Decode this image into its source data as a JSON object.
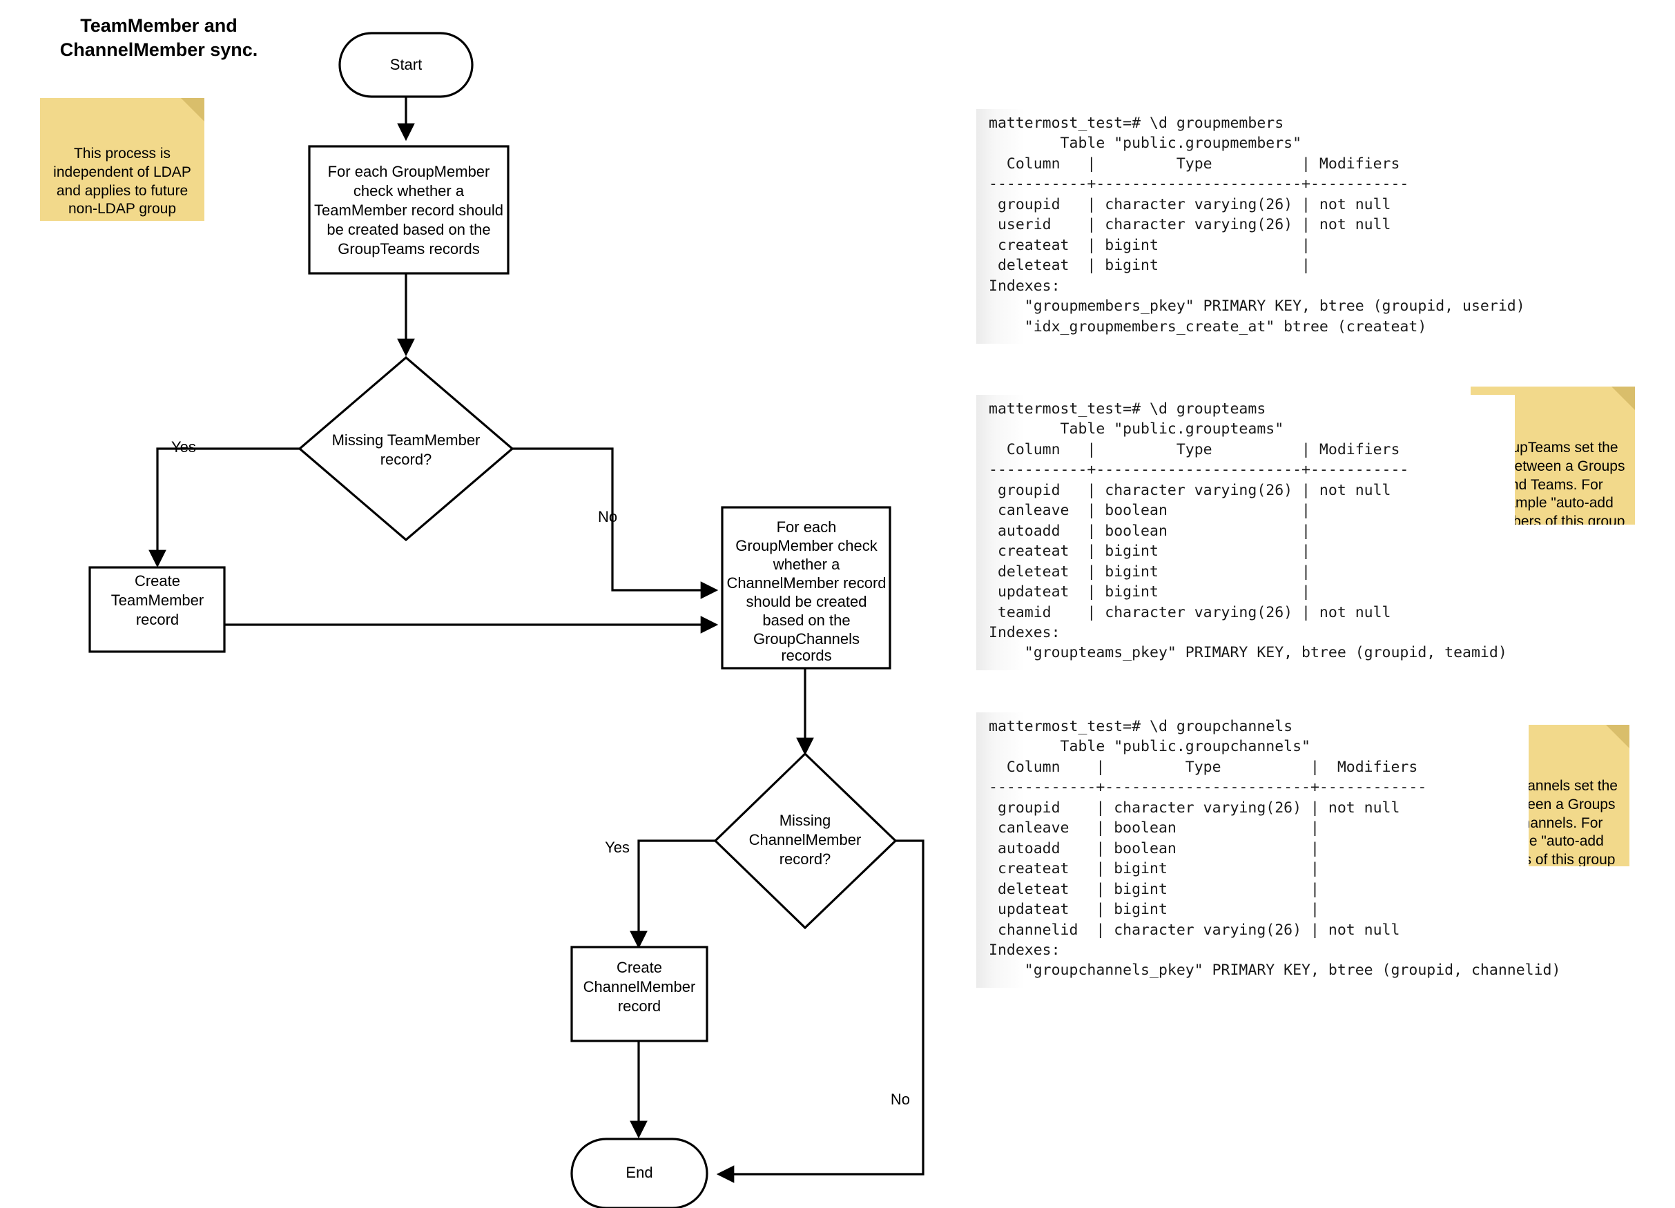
{
  "title": "TeamMember and\nChannelMember sync.",
  "notes": {
    "ldap": "This process is independent of LDAP and applies to future non-LDAP group provides or custom groups",
    "groupteams": "GroupTeams set the link between a Groups and Teams. For example \"auto-add members of this group to this team\"",
    "groupchannels": "GroupChannels set the link between a Groups and Channels. For example \"auto-add members of this group to this channel\""
  },
  "flowchart": {
    "nodes": {
      "start": "Start",
      "check_team": "For each GroupMember check whether a TeamMember record should be created based on the GroupTeams records",
      "decide_team": "Missing TeamMember record?",
      "create_team": "Create TeamMember record",
      "check_channel": "For each GroupMember check whether a ChannelMember record should be created based on the GroupChannels records",
      "decide_channel": "Missing ChannelMember record?",
      "create_channel": "Create ChannelMember record",
      "end": "End"
    },
    "node_lines": {
      "check_team": [
        "For each GroupMember",
        "check whether a",
        "TeamMember record should",
        "be created based on the",
        "GroupTeams records"
      ],
      "decide_team": [
        "Missing TeamMember",
        "record?"
      ],
      "create_team": [
        "Create",
        "TeamMember",
        "record"
      ],
      "check_channel": [
        "For each",
        "GroupMember check",
        "whether a",
        "ChannelMember record",
        "should be created",
        "based on the",
        "GroupChannels",
        "records"
      ],
      "decide_channel": [
        "Missing",
        "ChannelMember",
        "record?"
      ],
      "create_channel": [
        "Create",
        "ChannelMember",
        "record"
      ]
    },
    "edge_labels": {
      "team_yes": "Yes",
      "team_no": "No",
      "channel_yes": "Yes",
      "channel_no": "No"
    }
  },
  "terminals": {
    "groupmembers": "mattermost_test=# \\d groupmembers\n        Table \"public.groupmembers\"\n  Column   |         Type          | Modifiers\n-----------+-----------------------+-----------\n groupid   | character varying(26) | not null\n userid    | character varying(26) | not null\n createat  | bigint                |\n deleteat  | bigint                |\nIndexes:\n    \"groupmembers_pkey\" PRIMARY KEY, btree (groupid, userid)\n    \"idx_groupmembers_create_at\" btree (createat)",
    "groupteams": "mattermost_test=# \\d groupteams\n        Table \"public.groupteams\"\n  Column   |         Type          | Modifiers\n-----------+-----------------------+-----------\n groupid   | character varying(26) | not null\n canleave  | boolean               |\n autoadd   | boolean               |\n createat  | bigint                |\n deleteat  | bigint                |\n updateat  | bigint                |\n teamid    | character varying(26) | not null\nIndexes:\n    \"groupteams_pkey\" PRIMARY KEY, btree (groupid, teamid)",
    "groupchannels": "mattermost_test=# \\d groupchannels\n        Table \"public.groupchannels\"\n  Column    |         Type          |  Modifiers\n------------+-----------------------+------------\n groupid    | character varying(26) | not null\n canleave   | boolean               |\n autoadd    | boolean               |\n createat   | bigint                |\n deleteat   | bigint                |\n updateat   | bigint                |\n channelid  | character varying(26) | not null\nIndexes:\n    \"groupchannels_pkey\" PRIMARY KEY, btree (groupid, channelid)"
  },
  "colors": {
    "note_bg": "#F2D98B",
    "note_fold": "#D9BE6B",
    "stroke": "#000000",
    "shape_fill": "#FFFFFF"
  }
}
